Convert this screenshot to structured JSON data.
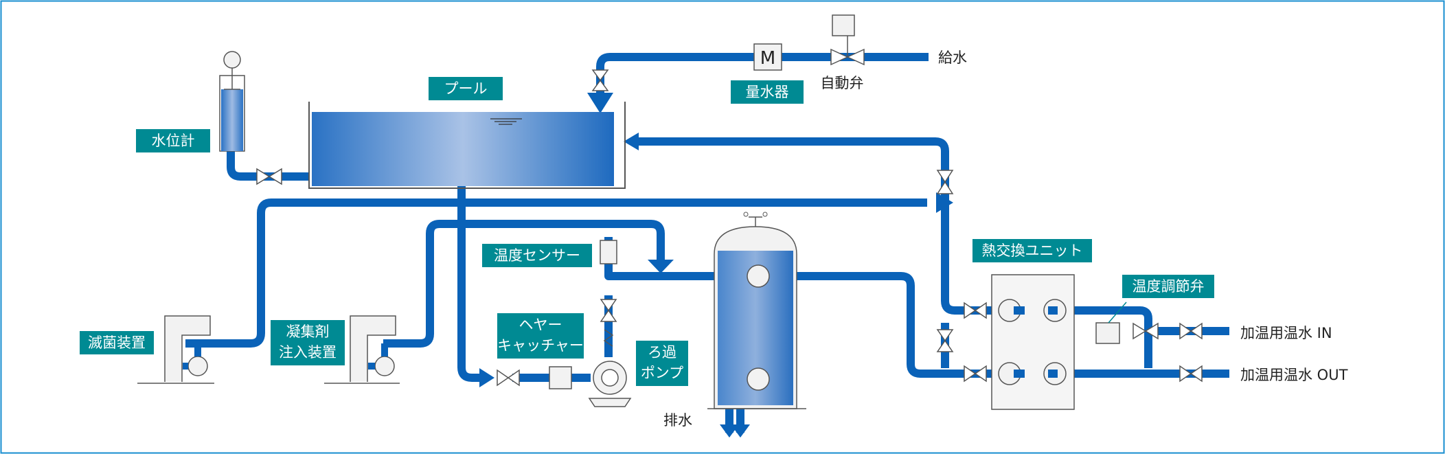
{
  "colors": {
    "frame": "#1a8fd0",
    "pipe": "#0a62b8",
    "label_bg": "#008a93",
    "label_text": "#ffffff",
    "text": "#222222",
    "water_dark": "#1e6fbf",
    "water_light": "#a9c2e6",
    "equipment": "#f2f2f2",
    "stroke": "#555555"
  },
  "labels": {
    "pool": "プール",
    "water_level_meter": "水位計",
    "water_meter": "量水器",
    "water_meter_symbol": "M",
    "auto_valve": "自動弁",
    "water_supply": "給水",
    "sterilizer": "滅菌装置",
    "coagulant_line1": "凝集剤",
    "coagulant_line2": "注入装置",
    "temp_sensor": "温度センサー",
    "hair_catcher_line1": "ヘヤー",
    "hair_catcher_line2": "キャッチャー",
    "filter_pump_line1": "ろ過",
    "filter_pump_line2": "ポンプ",
    "drain": "排水",
    "heat_exchange_unit": "熱交換ユニット",
    "temp_control_valve": "温度調節弁",
    "heating_water_in": "加温用温水 IN",
    "heating_water_out": "加温用温水 OUT"
  }
}
